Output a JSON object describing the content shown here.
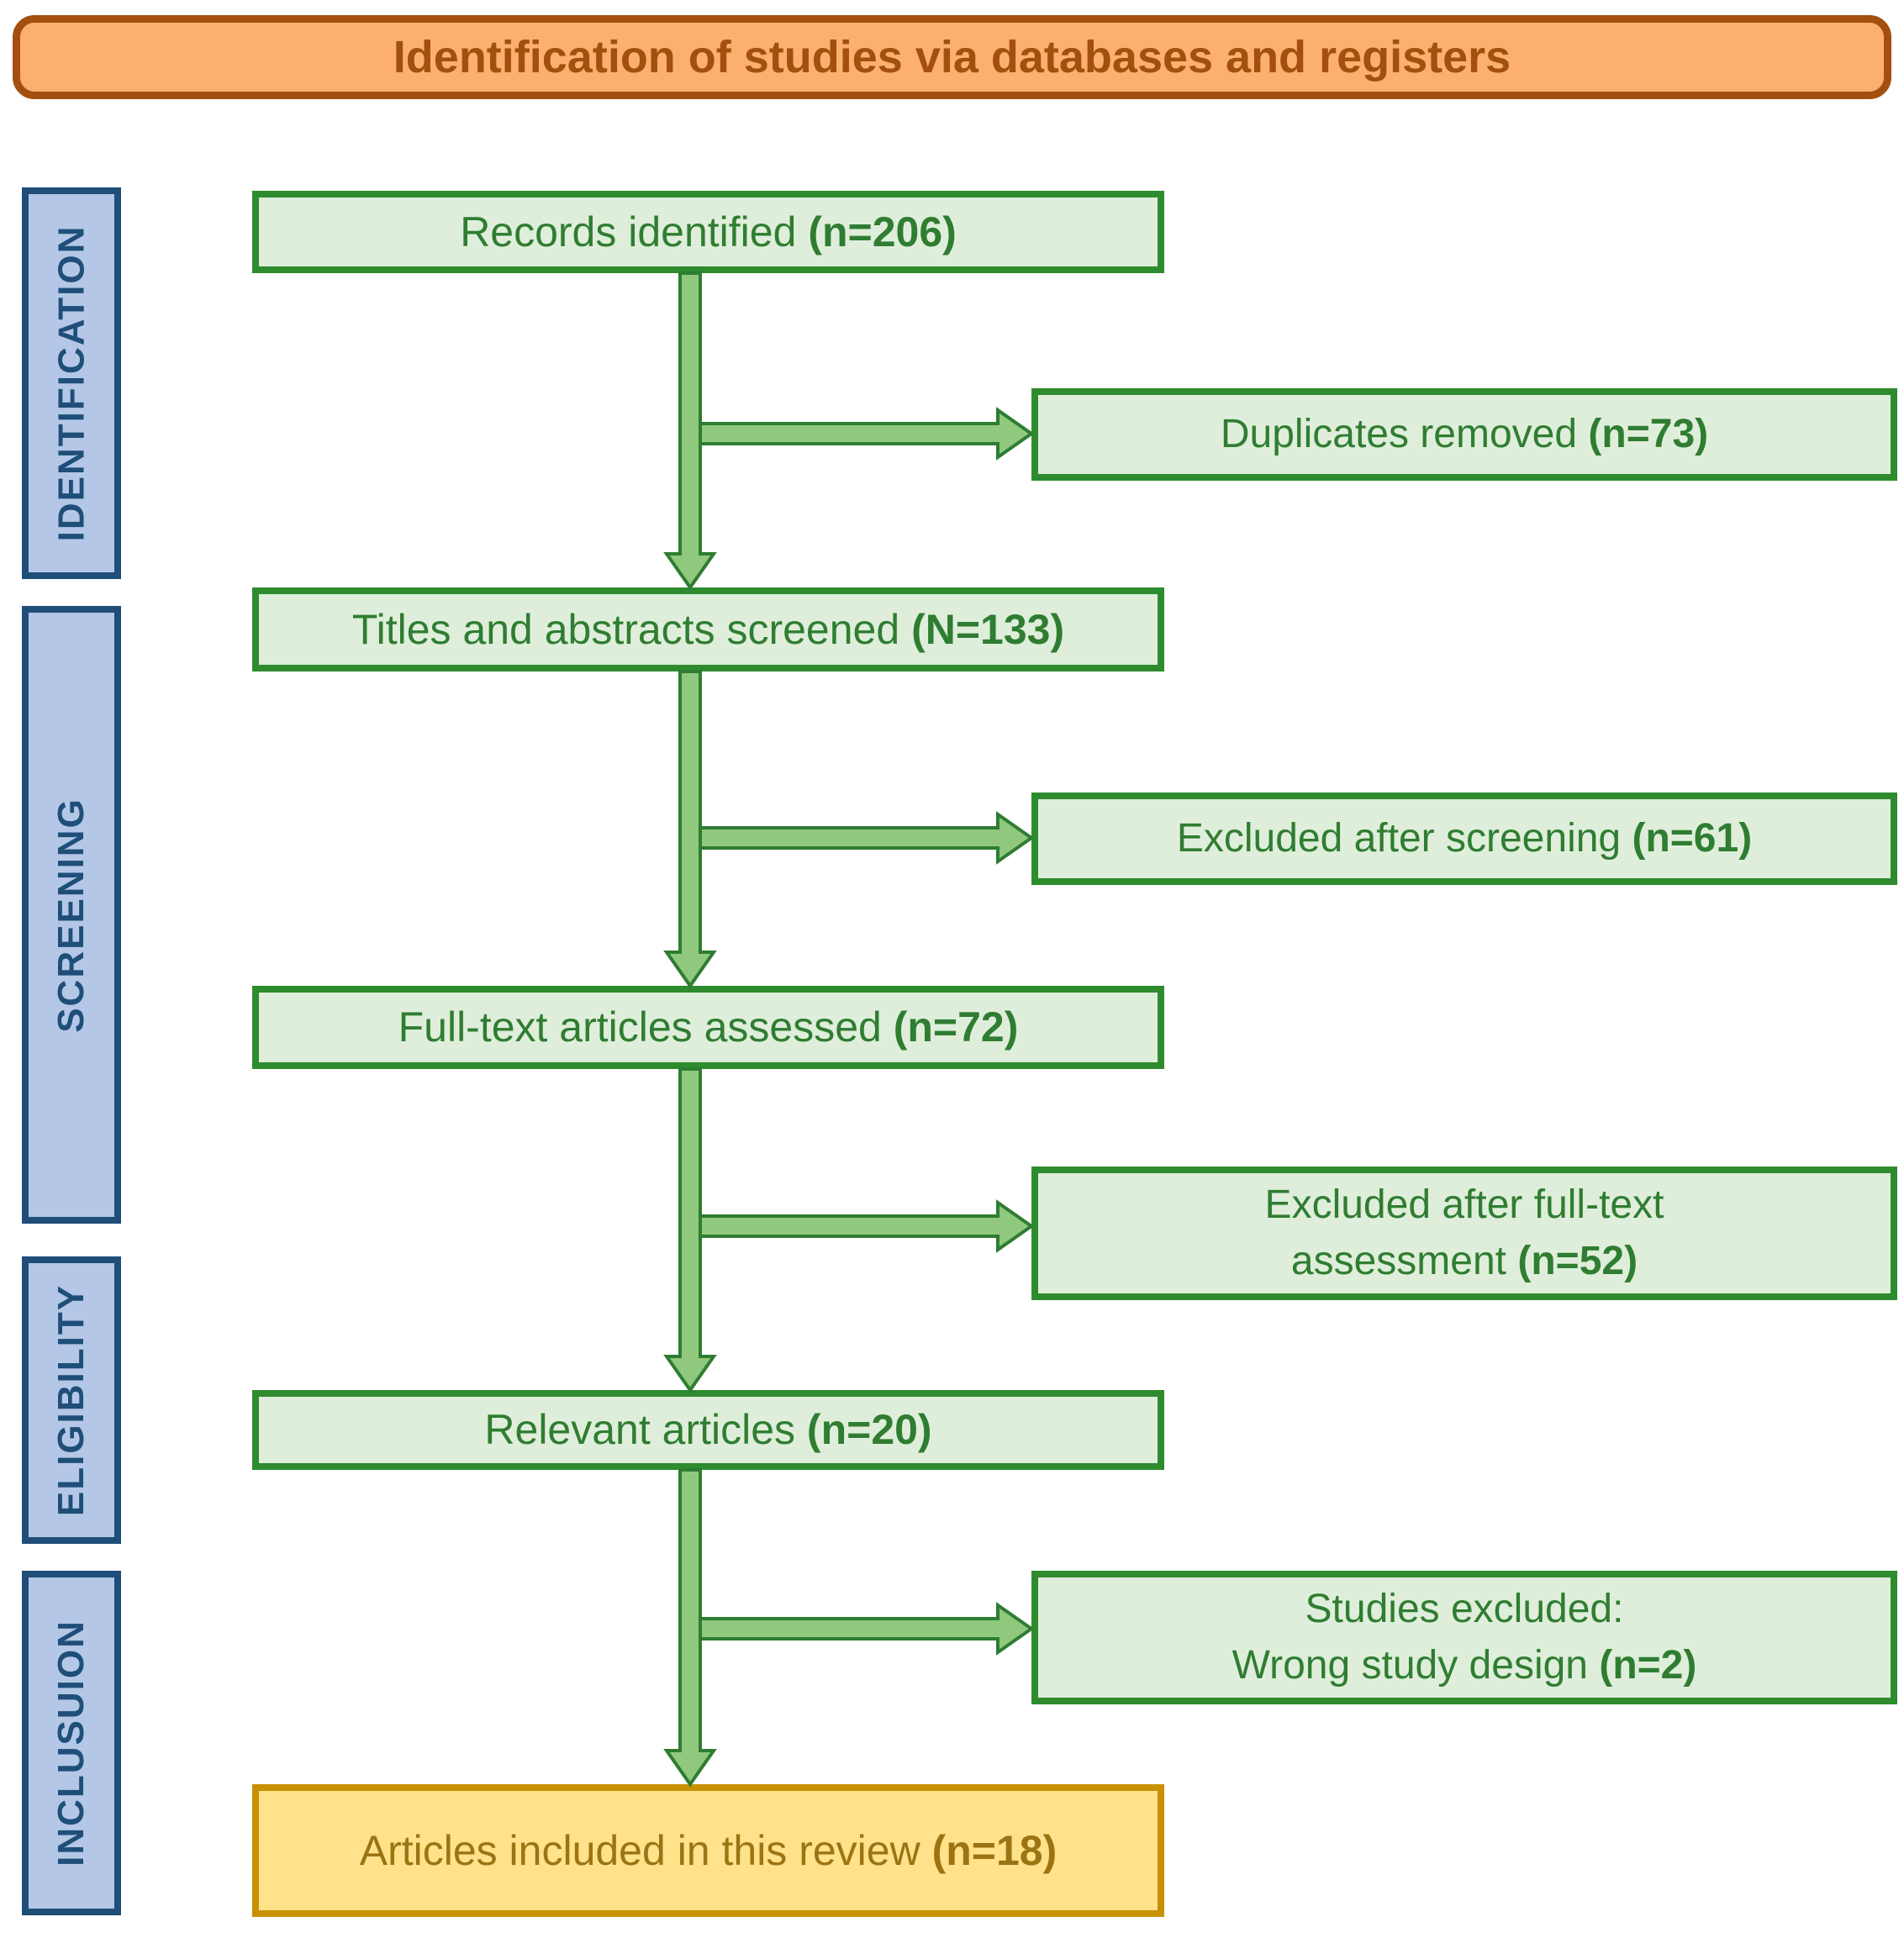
{
  "banner": {
    "title": "Identification of studies via databases and registers"
  },
  "sidebar": [
    {
      "label": "IDENTIFICATION"
    },
    {
      "label": "SCREENING"
    },
    {
      "label": "ELIGIBILITY"
    },
    {
      "label": "INCLUSUION"
    }
  ],
  "main_flow": [
    {
      "label": "Records identified",
      "count": "(n=206)"
    },
    {
      "label": "Titles and abstracts screened",
      "count": "(N=133)"
    },
    {
      "label": "Full-text articles assessed",
      "count": "(n=72)"
    },
    {
      "label": "Relevant articles",
      "count": "(n=20)"
    },
    {
      "label": "Articles included in this review",
      "count": "(n=18)"
    }
  ],
  "exclusions": [
    {
      "line1": "Duplicates removed",
      "count": "(n=73)"
    },
    {
      "line1": "Excluded after screening",
      "count": "(n=61)"
    },
    {
      "line1": "Excluded after full-text",
      "line2": "assessment",
      "count": "(n=52)"
    },
    {
      "line1": "Studies excluded:",
      "line2": "Wrong study design",
      "count": "(n=2)"
    }
  ],
  "colors": {
    "banner_fill": "#FBB070",
    "banner_border": "#A3500E",
    "banner_text": "#A3500E",
    "stage_fill": "#B4C7E7",
    "stage_border": "#1F4E79",
    "stage_text": "#1F4E79",
    "flow_box_fill": "#DFEEDA",
    "flow_box_border": "#2E8B2E",
    "flow_box_text": "#2F7D32",
    "include_box_fill": "#FFE28A",
    "include_box_border": "#C89104",
    "include_box_text": "#9B7413",
    "arrow_fill": "#90C97E",
    "arrow_outline": "#2E7D32"
  }
}
